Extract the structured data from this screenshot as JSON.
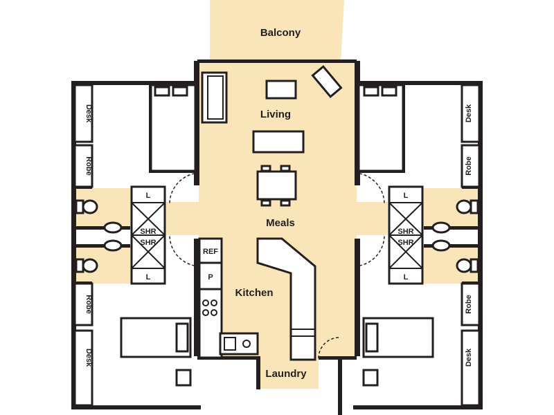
{
  "plan": {
    "rooms": {
      "balcony": "Balcony",
      "living": "Living",
      "meals": "Meals",
      "kitchen": "Kitchen",
      "laundry": "Laundry"
    },
    "fixtures": {
      "desk": "Desk",
      "robe": "Robe",
      "linen": "L",
      "shower": "SHR",
      "fridge": "REF",
      "pantry": "P"
    },
    "colors": {
      "floor": "#f9e5b8",
      "wall": "#231f20"
    }
  }
}
